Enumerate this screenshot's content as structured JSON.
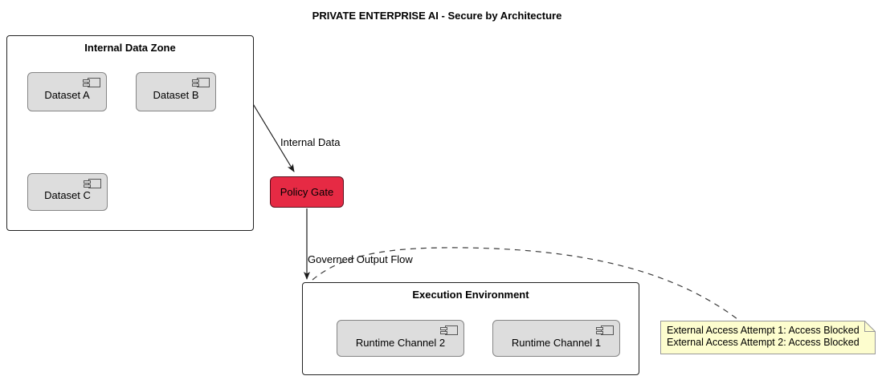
{
  "diagram": {
    "title": "PRIVATE ENTERPRISE AI - Secure by Architecture"
  },
  "internal_zone": {
    "title": "Internal Data Zone",
    "components": [
      "Dataset A",
      "Dataset B",
      "Dataset C"
    ]
  },
  "policy_gate": {
    "label": "Policy Gate",
    "fill": "#E62A44"
  },
  "execution_zone": {
    "title": "Execution Environment",
    "components": [
      "Runtime Channel 2",
      "Runtime Channel 1"
    ]
  },
  "edges": {
    "internal_data": "Internal Data",
    "governed_output": "Governed Output Flow"
  },
  "note": {
    "lines": [
      "External Access Attempt 1: Access Blocked",
      "External Access Attempt 2: Access Blocked"
    ],
    "fill": "#FDFDCE"
  },
  "colors": {
    "component_fill": "#DDDDDD",
    "package_border": "#222222",
    "edge_color": "#1A1A1A",
    "note_border": "#999999"
  }
}
